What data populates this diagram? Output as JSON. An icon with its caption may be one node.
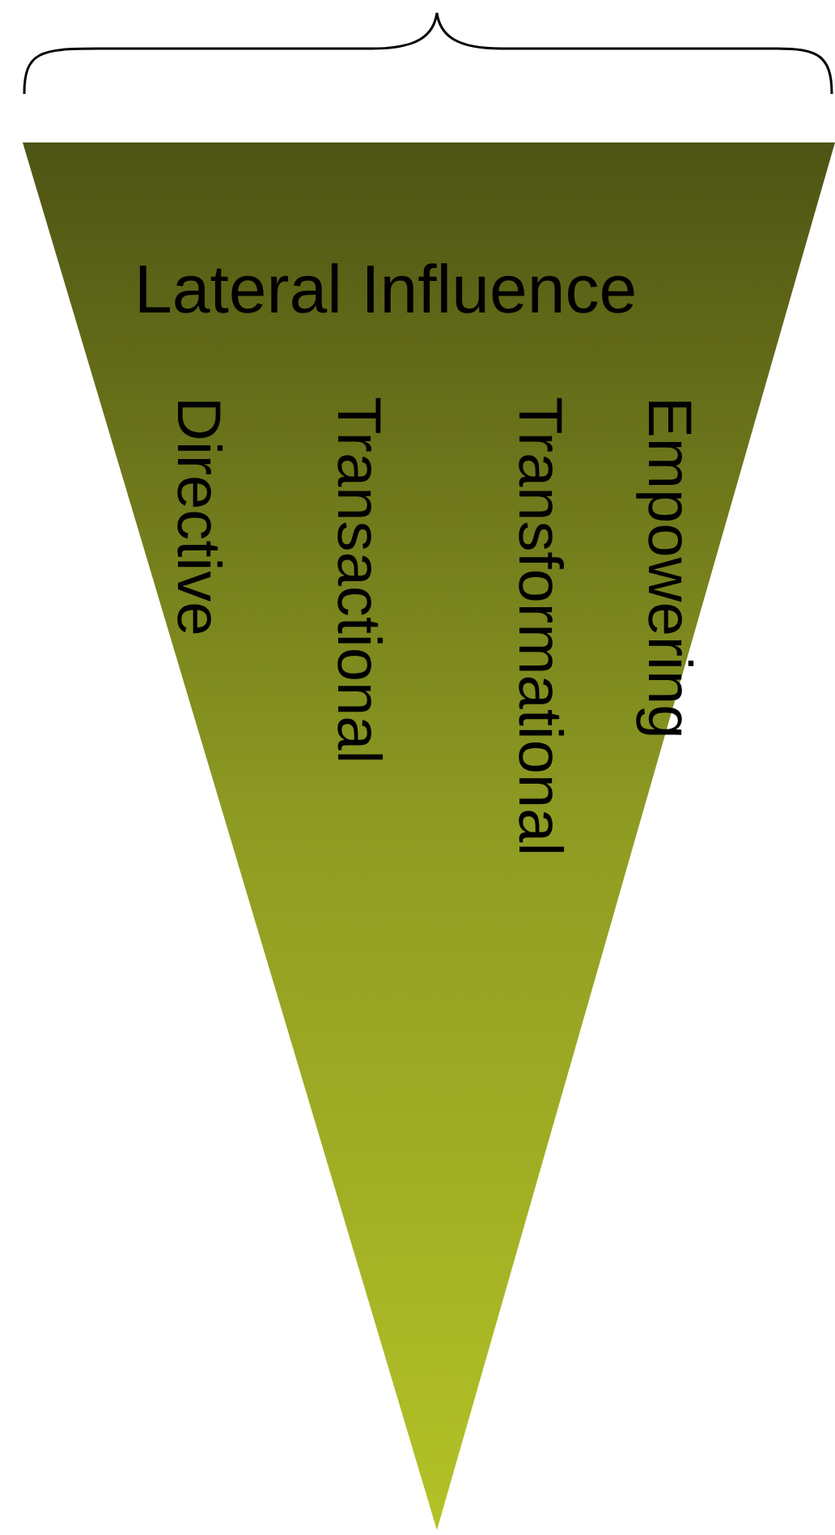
{
  "diagram": {
    "nodes": [
      {
        "text": [
          "Lateral Influence",
          "Directive",
          "Transactional",
          "Transformational",
          "Empowering"
        ]
      }
    ]
  }
}
